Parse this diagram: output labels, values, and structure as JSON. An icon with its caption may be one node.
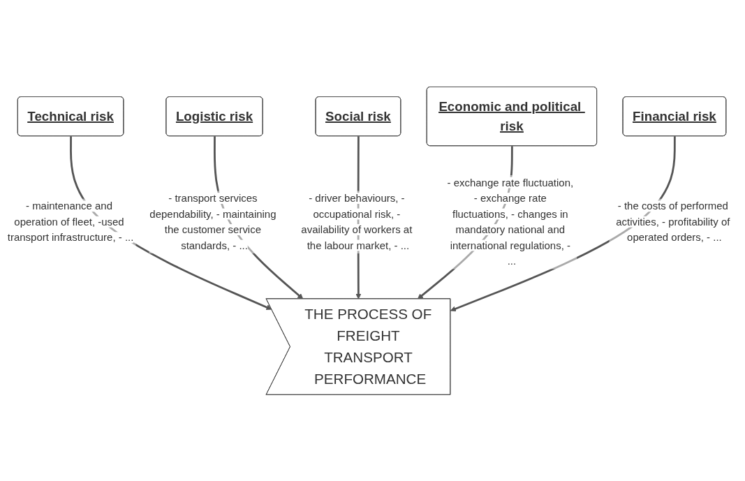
{
  "diagram": {
    "nodes": [
      {
        "text": [
          "Technical risk"
        ]
      },
      {
        "text": [
          "Logistic risk"
        ]
      },
      {
        "text": [
          "Social risk"
        ]
      },
      {
        "text": [
          "THE PROCESS OF FREIGHT TRANSPORT PERFORMANCE"
        ]
      },
      {
        "text": [
          "Economic and political risk"
        ]
      },
      {
        "text": [
          "Financial risk"
        ]
      }
    ],
    "edges": [
      {
        "from": 0,
        "to": 3,
        "arrow": "to",
        "label": "- maintenance and operation of fleet, -used transport infrastructure, - ..."
      },
      {
        "from": 1,
        "to": 3,
        "arrow": "to",
        "label": "- transport services dependability, - maintaining the customer service standards, - ..."
      },
      {
        "from": 2,
        "to": 3,
        "arrow": "to",
        "label": "- driver behaviours, - occupational risk, - availability of workers at the labour market, - ..."
      },
      {
        "from": 4,
        "to": 3,
        "arrow": "to",
        "label": "- exchange rate fluctuation, - exchange rate fluctuations, - changes in mandatory national and international regulations, - ..."
      },
      {
        "from": 5,
        "to": 3,
        "arrow": "to",
        "label": "- the costs of performed activities, - profitability of operated orders, - ..."
      }
    ]
  }
}
